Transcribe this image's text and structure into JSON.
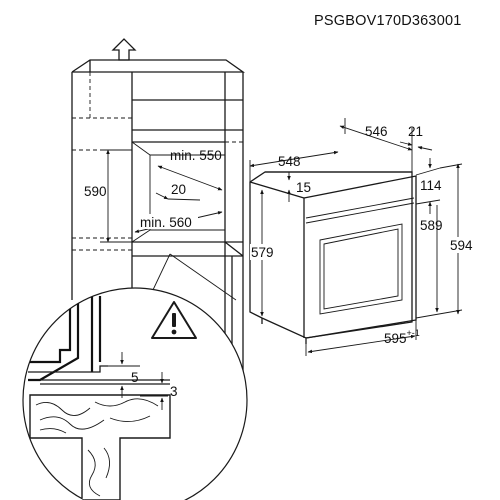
{
  "diagram": {
    "code": "PSGBOV170D363001",
    "dimensions": {
      "d546": "546",
      "d21": "21",
      "d548": "548",
      "d114": "114",
      "d15": "15",
      "d589": "589",
      "d594": "594",
      "d579": "579",
      "d595": "595",
      "d595_tol": "+-1",
      "d590": "590",
      "min550": "min. 550",
      "d20": "20",
      "min560": "min. 560",
      "d5": "5",
      "d3": "3"
    },
    "icons": [
      "up-arrow-icon",
      "warning-icon"
    ]
  }
}
